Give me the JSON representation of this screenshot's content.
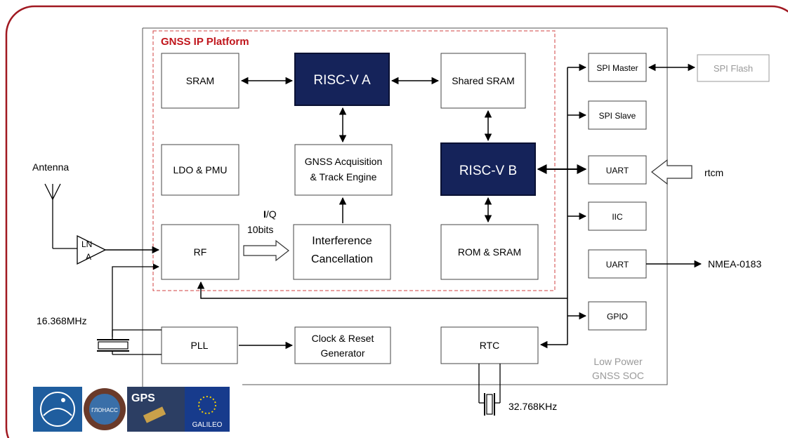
{
  "platform_title": "GNSS IP Platform",
  "soc_label": {
    "line1": "Low Power",
    "line2": "GNSS SOC"
  },
  "blocks": {
    "sram": "SRAM",
    "riscv_a": "RISC-V A",
    "shared_sram": "Shared SRAM",
    "ldo_pmu": "LDO & PMU",
    "acq_line1": "GNSS Acquisition",
    "acq_line2": "& Track Engine",
    "riscv_b": "RISC-V B",
    "rf": "RF",
    "ic_line1": "Interference",
    "ic_line2": "Cancellation",
    "rom_sram": "ROM & SRAM",
    "pll": "PLL",
    "clock_line1": "Clock & Reset",
    "clock_line2": "Generator",
    "rtc": "RTC"
  },
  "peripherals": {
    "spi_master": "SPI Master",
    "spi_slave": "SPI Slave",
    "uart_in": "UART",
    "iic": "IIC",
    "uart_out": "UART",
    "gpio": "GPIO"
  },
  "external": {
    "spi_flash": "SPI Flash",
    "rtcm": "rtcm",
    "nmea": "NMEA-0183",
    "antenna": "Antenna",
    "lna_line1": "LN",
    "lna_line2": "A",
    "crystal_main": "16.368MHz",
    "crystal_rtc": "32.768KHz"
  },
  "iq_label": {
    "i": "I",
    "q": "/Q",
    "bits": "10bits"
  },
  "logos": [
    {
      "name": "beidou",
      "text": ""
    },
    {
      "name": "glonass",
      "text": "ГЛОНАСС"
    },
    {
      "name": "gps",
      "text": "GPS"
    },
    {
      "name": "galileo",
      "text": "GALILEO"
    }
  ],
  "colors": {
    "frame": "#a01820",
    "platform_border": "#d04040",
    "platform_title": "#c0161c",
    "riscv_fill": "#15235a",
    "line": "#000000",
    "gray_text": "#999999"
  }
}
